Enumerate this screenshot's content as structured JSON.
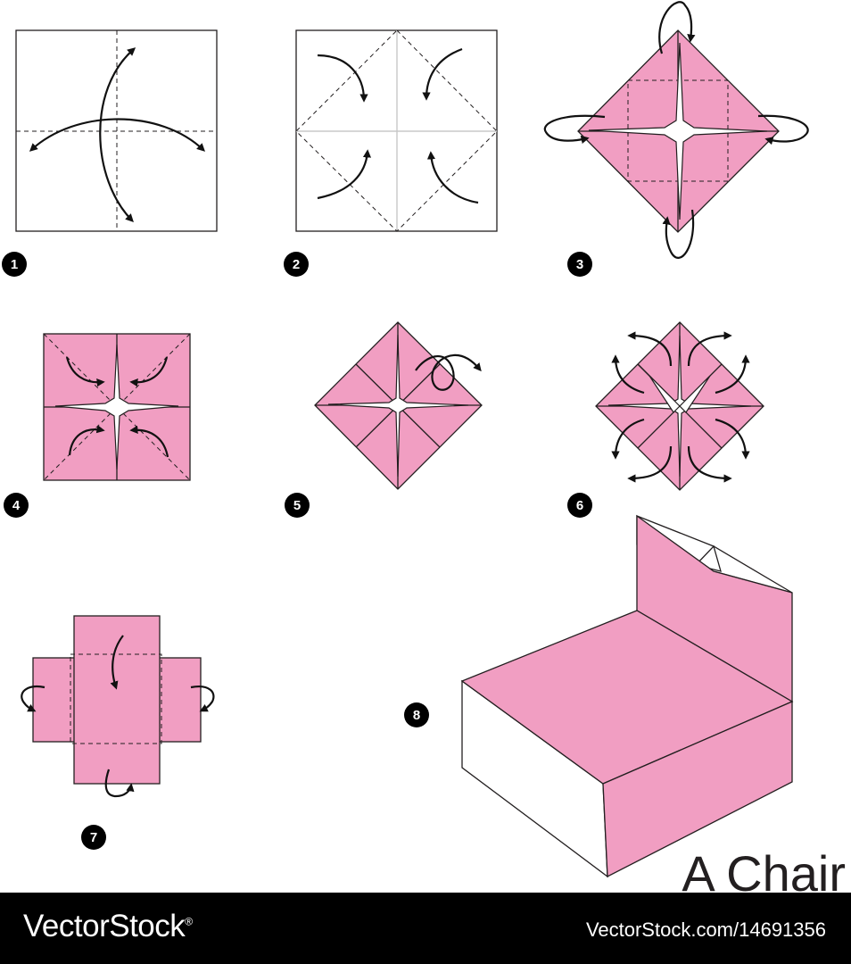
{
  "steps": [
    "1",
    "2",
    "3",
    "4",
    "5",
    "6",
    "7",
    "8"
  ],
  "title": "A Chair",
  "footer": {
    "brand": "VectorStock",
    "brand_mark": "®",
    "image_ref": "VectorStock.com/14691356"
  },
  "colors": {
    "paper": "#f19ec2",
    "line": "#231f20",
    "footer_bg": "#000000",
    "footer_text": "#ffffff"
  }
}
